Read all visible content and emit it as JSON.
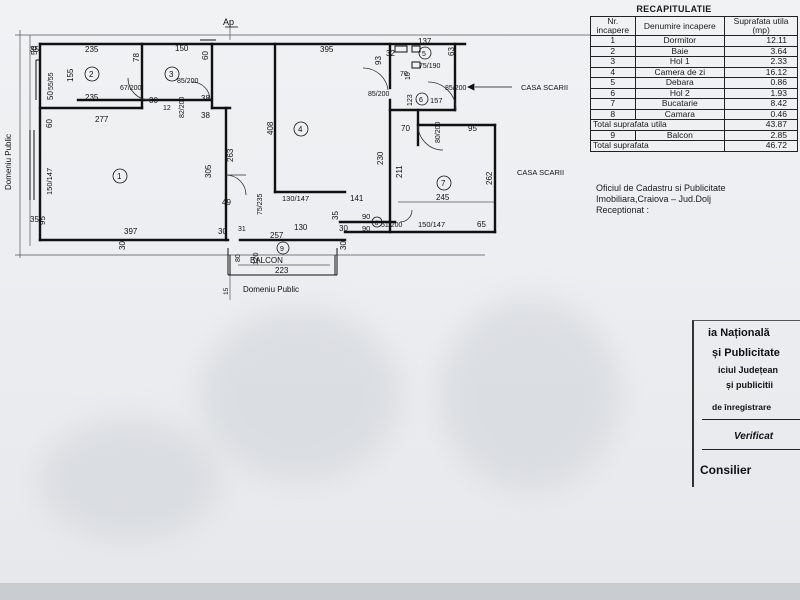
{
  "plan": {
    "top_label": "Ap",
    "domeniu_left": "Domeniu Public",
    "domeniu_bottom": "Domeniu Public",
    "casa_scarii_top": "CASA SCARII",
    "casa_scarii_right": "CASA SCARII",
    "balcon_label": "BALCON",
    "balcon_number": "9",
    "room_numbers": [
      "1",
      "2",
      "3",
      "4",
      "5",
      "6",
      "7",
      "8"
    ],
    "dims": {
      "d35a": "35",
      "d235a": "235",
      "d78": "78",
      "d150": "150",
      "d60a": "60",
      "d395": "395",
      "d32": "32",
      "d137": "137",
      "d63": "63",
      "d155": "155",
      "d67_200": "67/200",
      "d85_200a": "85/200",
      "d235b": "235",
      "d50a": "50",
      "d55_55": "55/55",
      "d50b": "50",
      "d30a": "30",
      "d82_200": "82/200",
      "d12a": "12",
      "d38a": "38",
      "d38b": "38",
      "d277": "277",
      "d60b": "60",
      "d150_147a": "150/147",
      "d408": "408",
      "d263": "263",
      "d305": "305",
      "d49": "49",
      "d75_235": "75/235",
      "d130_147": "130/147",
      "d141": "141",
      "d93": "93",
      "d10a": "10",
      "d70a": "70",
      "d75_190": "75/190",
      "d85_200b": "85/200",
      "d157": "157",
      "d123": "123",
      "d85_200c": "85/200",
      "d80_200": "80/200",
      "d70b": "70",
      "d95a": "95",
      "d230": "230",
      "d211": "211",
      "d262": "262",
      "d245": "245",
      "d95b": "95",
      "d35b": "35",
      "d397": "397",
      "d30b": "30",
      "d31": "31",
      "d257": "257",
      "d130": "130",
      "d90a": "90",
      "d90b": "90",
      "d51_200": "51/200",
      "d150_147b": "150/147",
      "d65": "65",
      "d30c": "30",
      "d30d": "30",
      "d80": "80",
      "d120": "120",
      "d223": "223",
      "d15": "15",
      "d30e": "30",
      "d35c": "35"
    }
  },
  "recap": {
    "title": "RECAPITULATIE",
    "headers": {
      "nr": "Nr. incapere",
      "name": "Denumire incapere",
      "area": "Suprafata utila (mp)"
    },
    "rows": [
      {
        "nr": "1",
        "name": "Dormitor",
        "area": "12.11"
      },
      {
        "nr": "2",
        "name": "Baie",
        "area": "3.64"
      },
      {
        "nr": "3",
        "name": "Hol 1",
        "area": "2.33"
      },
      {
        "nr": "4",
        "name": "Camera de zi",
        "area": "16.12"
      },
      {
        "nr": "5",
        "name": "Debara",
        "area": "0.86"
      },
      {
        "nr": "6",
        "name": "Hol 2",
        "area": "1.93"
      },
      {
        "nr": "7",
        "name": "Bucatarie",
        "area": "8.42"
      },
      {
        "nr": "8",
        "name": "Camara",
        "area": "0.46"
      }
    ],
    "total_utila_label": "Total suprafata utila",
    "total_utila": "43.87",
    "balcon_nr": "9",
    "balcon_name": "Balcon",
    "balcon_area": "2.85",
    "total_label": "Total suprafata",
    "total": "46.72"
  },
  "office": {
    "line1": "Oficiul de Cadastru si Publicitate",
    "line2": "Imobiliara,Craiova  –  Jud.Dolj",
    "line3": "Receptionat :"
  },
  "stamp": {
    "line1": "ia Națională",
    "line2": "și Publicitate",
    "line3": "iciul Județean",
    "line4": "și publicitii",
    "line5": "de înregistrare",
    "line6": "Verificat",
    "line7": "Consilier"
  }
}
